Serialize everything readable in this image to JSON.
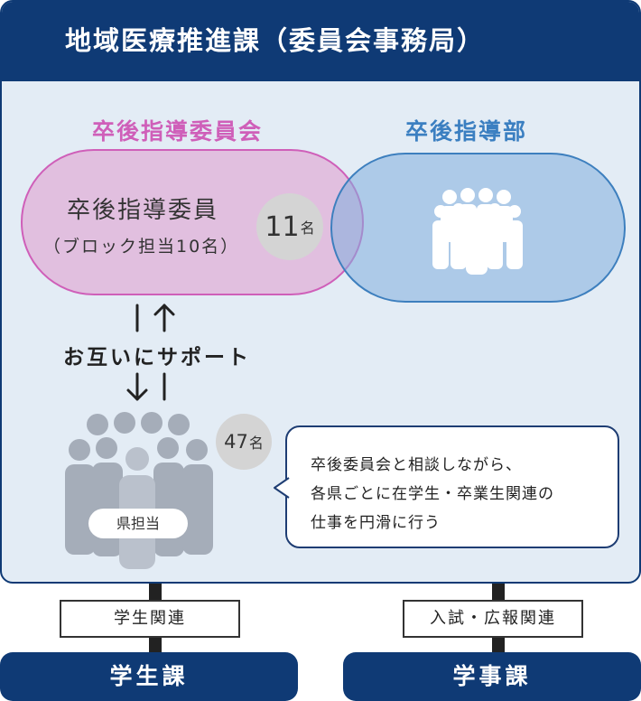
{
  "header": {
    "title": "地域医療推進課（委員会事務局）"
  },
  "committee": {
    "label": "卒後指導委員会",
    "member_title": "卒後指導委員",
    "member_sub": "（ブロック担当10名）",
    "count": "11",
    "count_unit": "名"
  },
  "department": {
    "label": "卒後指導部"
  },
  "support": {
    "text": "お互いにサポート"
  },
  "prefecture": {
    "label": "県担当",
    "count": "47",
    "count_unit": "名"
  },
  "bubble": {
    "lines": [
      "卒後委員会と相談しながら、",
      "各県ごとに在学生・卒業生関連の",
      "仕事を円滑に行う"
    ]
  },
  "bottom": {
    "left_box": "学生関連",
    "right_box": "入試・広報関連",
    "left_dept": "学生課",
    "right_dept": "学事課"
  },
  "colors": {
    "navy": "#0f3a75",
    "committee_pink": "#cf5fb9",
    "dept_blue": "#3b7fc1",
    "panel_bg": "#e3ecf5"
  }
}
